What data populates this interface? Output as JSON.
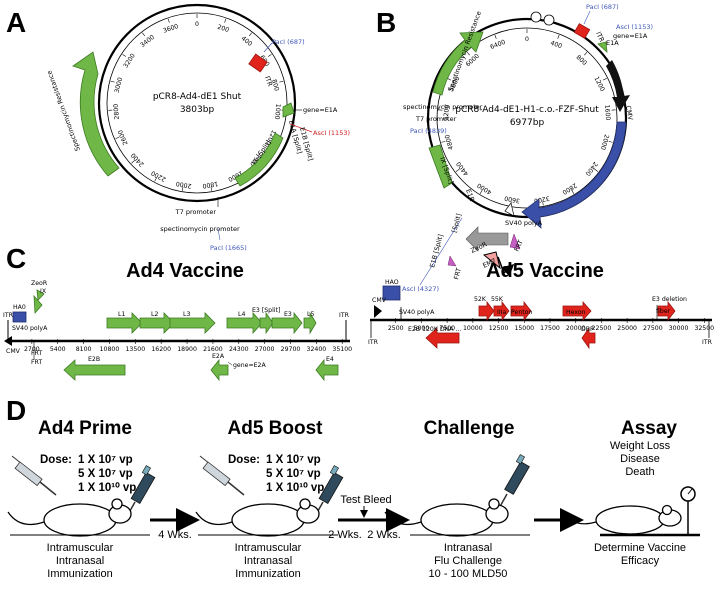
{
  "panels": {
    "a": "A",
    "b": "B",
    "c": "C",
    "d": "D"
  },
  "plasmid_a": {
    "name": "pCR8-Ad4-dE1 Shut",
    "size": "3803bp",
    "ticks": [
      "0",
      "200",
      "400",
      "600",
      "800",
      "1000",
      "1200",
      "1400",
      "1600",
      "1800",
      "2000",
      "2200",
      "2400",
      "2600",
      "2800",
      "3000",
      "3200",
      "3400",
      "3600"
    ],
    "labels": {
      "paci_top": "PacI (687)",
      "itr": "ITR",
      "gene_e1a": "gene=E1A",
      "e1a_split": "E1A [Split]",
      "asci": "AscI (1153)",
      "e1b_split": "E1B [Split]",
      "ix_split": "IX [Split]",
      "t7": "T7 promoter",
      "spec_promoter": "spectinomycin promoter",
      "paci_bottom": "PacI (1665)",
      "spec_resistance": "Spectinomycin Resistance"
    }
  },
  "plasmid_b": {
    "name": "pCR8-Ad4-dE1-H1-c.o.-FZF-Shut",
    "size": "6977bp",
    "ticks": [
      "0",
      "400",
      "800",
      "1200",
      "1600",
      "2000",
      "2400",
      "2800",
      "3200",
      "3600",
      "4000",
      "4400",
      "4800",
      "5200",
      "5600",
      "6000",
      "6400"
    ],
    "labels": {
      "paci_top": "PacI (687)",
      "asci_top": "AscI (1153)",
      "itr": "ITR",
      "e1a": "E1A",
      "gene_e1a": "gene=E1A",
      "cmv": "CMV",
      "spec_resistance": "Spectinomycin Resistance",
      "spec_promoter": "spectinomycin promoter",
      "t7": "T7 promoter",
      "paci_left": "PacI (4839)",
      "ix_split": "IX [Split]",
      "e1b": "E1B",
      "ha": "HA0-H1 Consensus",
      "sv40": "SV40 polyA",
      "frt": "FRT",
      "zeor": "ZeoR",
      "em7": "EM7",
      "e1b_split": "E1B [Split]",
      "asci_bottom": "AscI (4327)"
    }
  },
  "panel_c": {
    "ad4_title": "Ad4 Vaccine",
    "ad5_title": "Ad5 Vaccine",
    "ad4_ticks": [
      "2700",
      "5400",
      "8100",
      "10800",
      "13500",
      "16200",
      "18900",
      "21600",
      "24300",
      "27000",
      "29700",
      "32400",
      "35100"
    ],
    "ad5_ticks": [
      "2500",
      "5000",
      "7500",
      "10000",
      "12500",
      "15000",
      "17500",
      "20000",
      "22500",
      "25000",
      "27500",
      "30000",
      "32500"
    ],
    "ad4_labels": {
      "zeor": "ZeoR",
      "ix": "IX",
      "ha0": "HA0",
      "sv40": "SV40 polyA",
      "itr_left": "ITR",
      "cmv": "CMV",
      "frt1": "FRT",
      "frt2": "FRT",
      "l1": "L1",
      "l2": "L2",
      "l3": "L3",
      "l4": "L4",
      "e3split": "E3 [Split]",
      "e3": "E3",
      "l5": "L5",
      "itr_right": "ITR",
      "e2b": "E2B",
      "e2a": "E2A",
      "gene_e2a": "gene=E2A",
      "e4": "E4"
    },
    "ad5_labels": {
      "ha0": "HAO",
      "cmv": "CMV",
      "sv40": "SV40 polyA",
      "k52": "52K",
      "k55": "55K",
      "iiia": "IIIa",
      "penton": "Penton",
      "hexon": "Hexon",
      "e3del": "E3 deletion",
      "fiber": "fiber",
      "itr_left": "ITR",
      "e2b": "E2B 120K DNA ...",
      "dbp": "DBP",
      "itr_right": "ITR"
    }
  },
  "panel_d": {
    "prime_title": "Ad4 Prime",
    "boost_title": "Ad5 Boost",
    "challenge_title": "Challenge",
    "assay_title": "Assay",
    "dose_label": "Dose:",
    "doses": [
      "1  X 10⁷ vp",
      "5  X 10⁷ vp",
      "1  X 10¹⁰ vp"
    ],
    "prime_route": [
      "Intramuscular",
      "Intranasal",
      "Immunization"
    ],
    "boost_route": [
      "Intramuscular",
      "Intranasal",
      "Immunization"
    ],
    "interval1": "4 Wks.",
    "test_bleed": "Test Bleed",
    "interval2": "2 Wks.",
    "interval3": "2 Wks.",
    "challenge_desc": [
      "Intranasal",
      "Flu Challenge",
      "10 - 100 MLD50"
    ],
    "assay_items": [
      "Weight Loss",
      "Disease",
      "Death"
    ],
    "assay_result": [
      "Determine Vaccine",
      "Efficacy"
    ]
  },
  "colors": {
    "gene_green": "#6fb847",
    "red": "#e0241c",
    "blue": "#3a4fa8",
    "restriction_blue": "#3f58b8",
    "restriction_red": "#d02020"
  }
}
